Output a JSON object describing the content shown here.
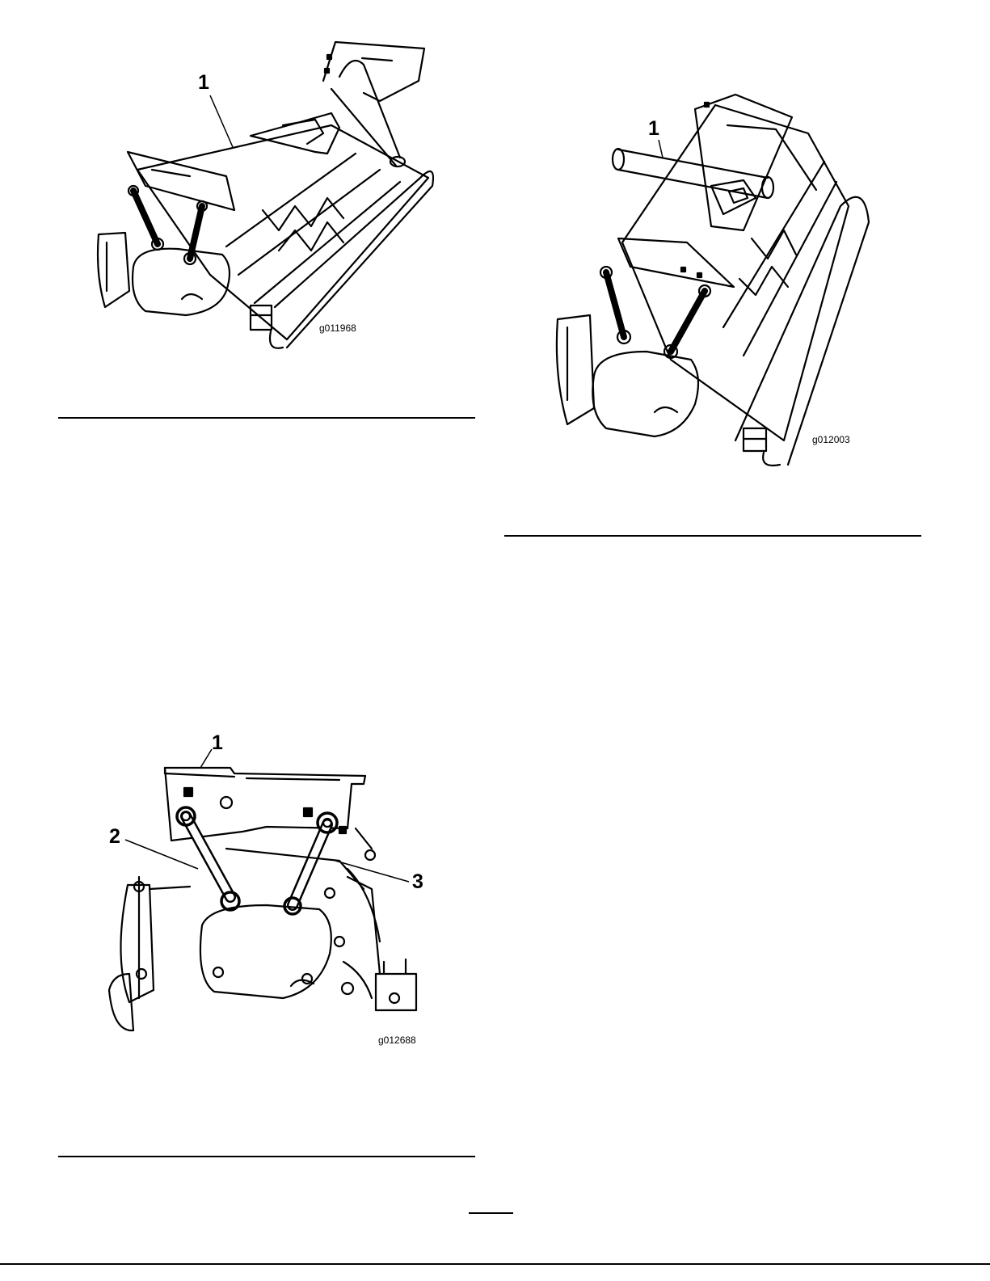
{
  "figures": [
    {
      "callouts": [
        "1"
      ],
      "figure_id": "g011968"
    },
    {
      "callouts": [
        "1"
      ],
      "figure_id": "g012003"
    },
    {
      "callouts": [
        "1",
        "2",
        "3"
      ],
      "figure_id": "g012688"
    }
  ]
}
